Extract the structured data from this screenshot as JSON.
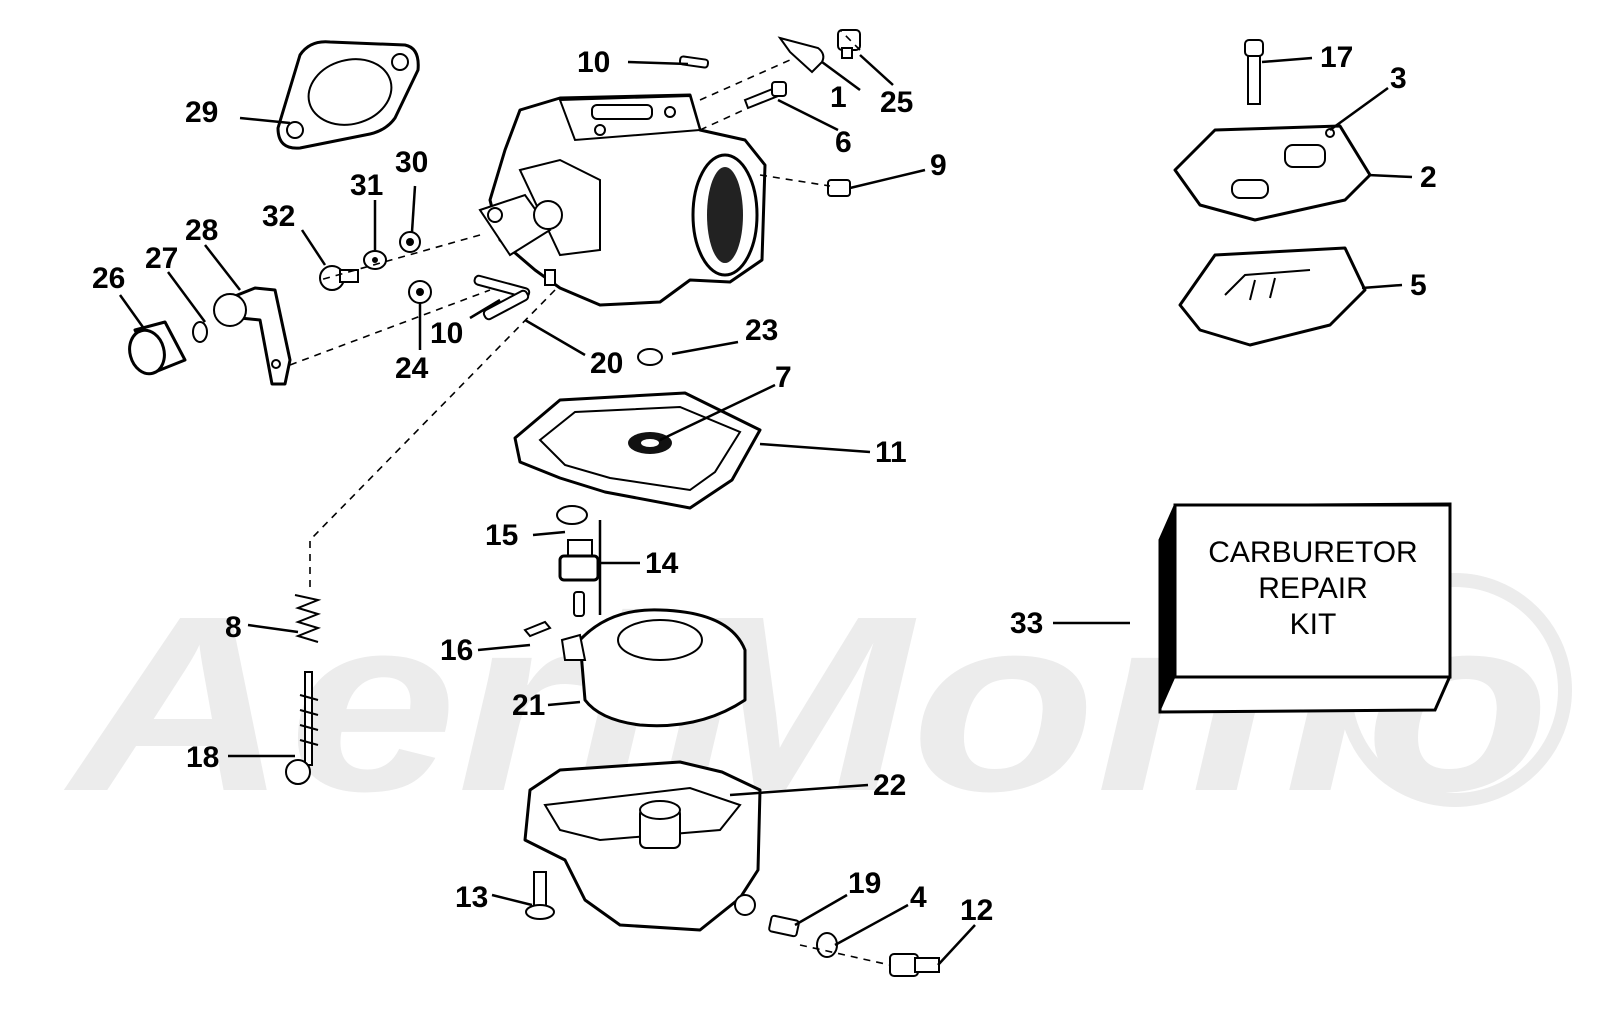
{
  "diagram": {
    "callouts": [
      {
        "id": "c1",
        "label": "1"
      },
      {
        "id": "c2",
        "label": "2"
      },
      {
        "id": "c3",
        "label": "3"
      },
      {
        "id": "c4",
        "label": "4"
      },
      {
        "id": "c5",
        "label": "5"
      },
      {
        "id": "c6",
        "label": "6"
      },
      {
        "id": "c7",
        "label": "7"
      },
      {
        "id": "c8",
        "label": "8"
      },
      {
        "id": "c9",
        "label": "9"
      },
      {
        "id": "c10a",
        "label": "10"
      },
      {
        "id": "c10b",
        "label": "10"
      },
      {
        "id": "c11",
        "label": "11"
      },
      {
        "id": "c12",
        "label": "12"
      },
      {
        "id": "c13",
        "label": "13"
      },
      {
        "id": "c14",
        "label": "14"
      },
      {
        "id": "c15",
        "label": "15"
      },
      {
        "id": "c16",
        "label": "16"
      },
      {
        "id": "c17",
        "label": "17"
      },
      {
        "id": "c18",
        "label": "18"
      },
      {
        "id": "c19",
        "label": "19"
      },
      {
        "id": "c20",
        "label": "20"
      },
      {
        "id": "c21",
        "label": "21"
      },
      {
        "id": "c22",
        "label": "22"
      },
      {
        "id": "c23",
        "label": "23"
      },
      {
        "id": "c24",
        "label": "24"
      },
      {
        "id": "c25",
        "label": "25"
      },
      {
        "id": "c26",
        "label": "26"
      },
      {
        "id": "c27",
        "label": "27"
      },
      {
        "id": "c28",
        "label": "28"
      },
      {
        "id": "c29",
        "label": "29"
      },
      {
        "id": "c30",
        "label": "30"
      },
      {
        "id": "c31",
        "label": "31"
      },
      {
        "id": "c32",
        "label": "32"
      },
      {
        "id": "c33",
        "label": "33"
      }
    ],
    "kit_box": {
      "line1": "CARBURETOR",
      "line2": "REPAIR",
      "line3": "KIT"
    },
    "watermark": "AeriMomo",
    "colors": {
      "ink": "#000000",
      "watermark": "#ebebeb",
      "background": "#ffffff"
    }
  }
}
